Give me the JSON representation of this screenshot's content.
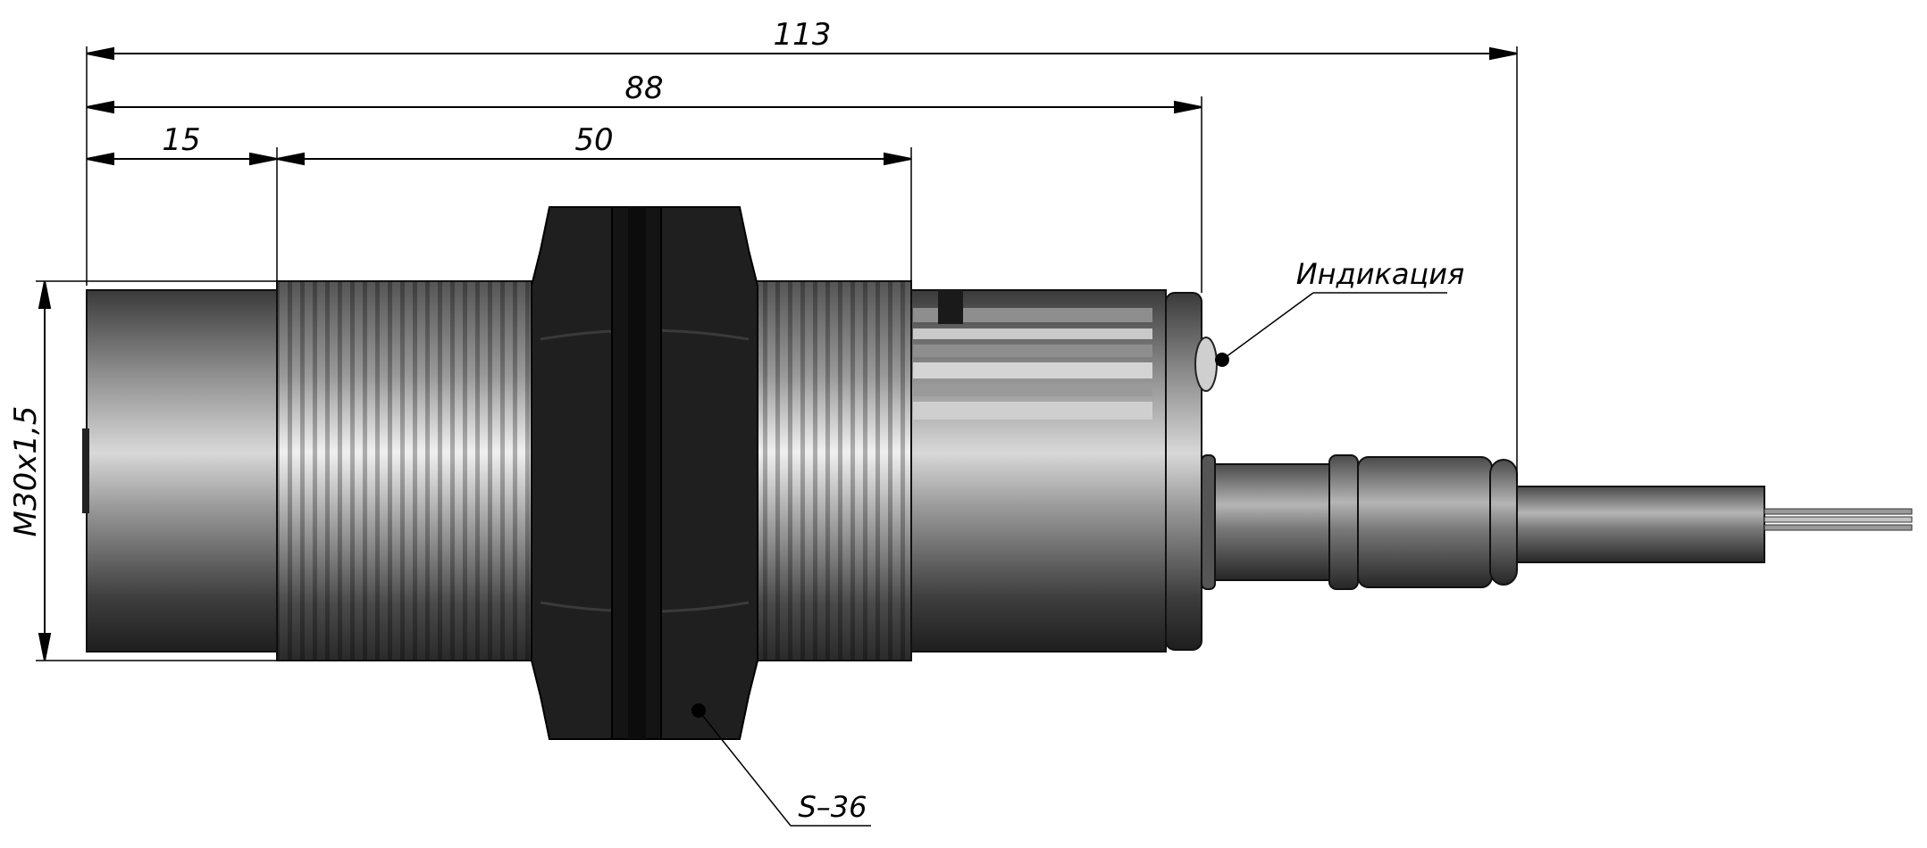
{
  "dimensions": {
    "overall_length": "113",
    "housing_length": "88",
    "sensing_face_length": "15",
    "thread_length": "50",
    "thread_spec": "M30х1,5"
  },
  "callouts": {
    "indicator": "Индикация",
    "wrench_size": "S–36"
  },
  "colors": {
    "line": "#000000",
    "background": "#ffffff",
    "body_dark": "#2a2a2a",
    "nut": "#1e1e1e"
  }
}
